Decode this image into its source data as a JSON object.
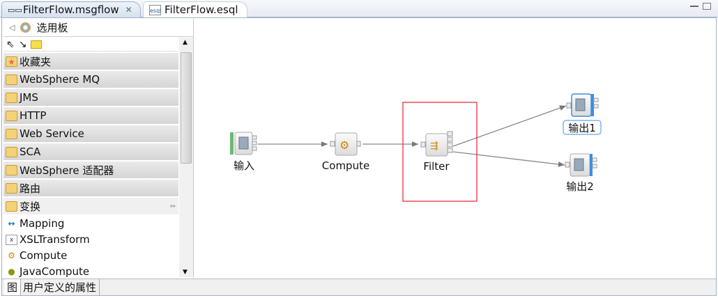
{
  "tabs": [
    {
      "label": "FilterFlow.msgflow",
      "active": true
    },
    {
      "label": "FilterFlow.esql",
      "active": false
    }
  ],
  "palette": {
    "title": "选用板",
    "drawers": [
      "收藏夹",
      "WebSphere MQ",
      "JMS",
      "HTTP",
      "Web Service",
      "SCA",
      "WebSphere 适配器",
      "路由",
      "变换"
    ],
    "items": [
      "Mapping",
      "XSLTransform",
      "Compute",
      "JavaCompute"
    ]
  },
  "nodes": {
    "input": "输入",
    "compute": "Compute",
    "filter": "Filter",
    "output1": "输出1",
    "output2": "输出2"
  },
  "bottom_tabs": [
    "图",
    "用户定义的属性"
  ],
  "colors": {
    "highlight": "#e8202a",
    "selection": "#3b8fe0"
  }
}
